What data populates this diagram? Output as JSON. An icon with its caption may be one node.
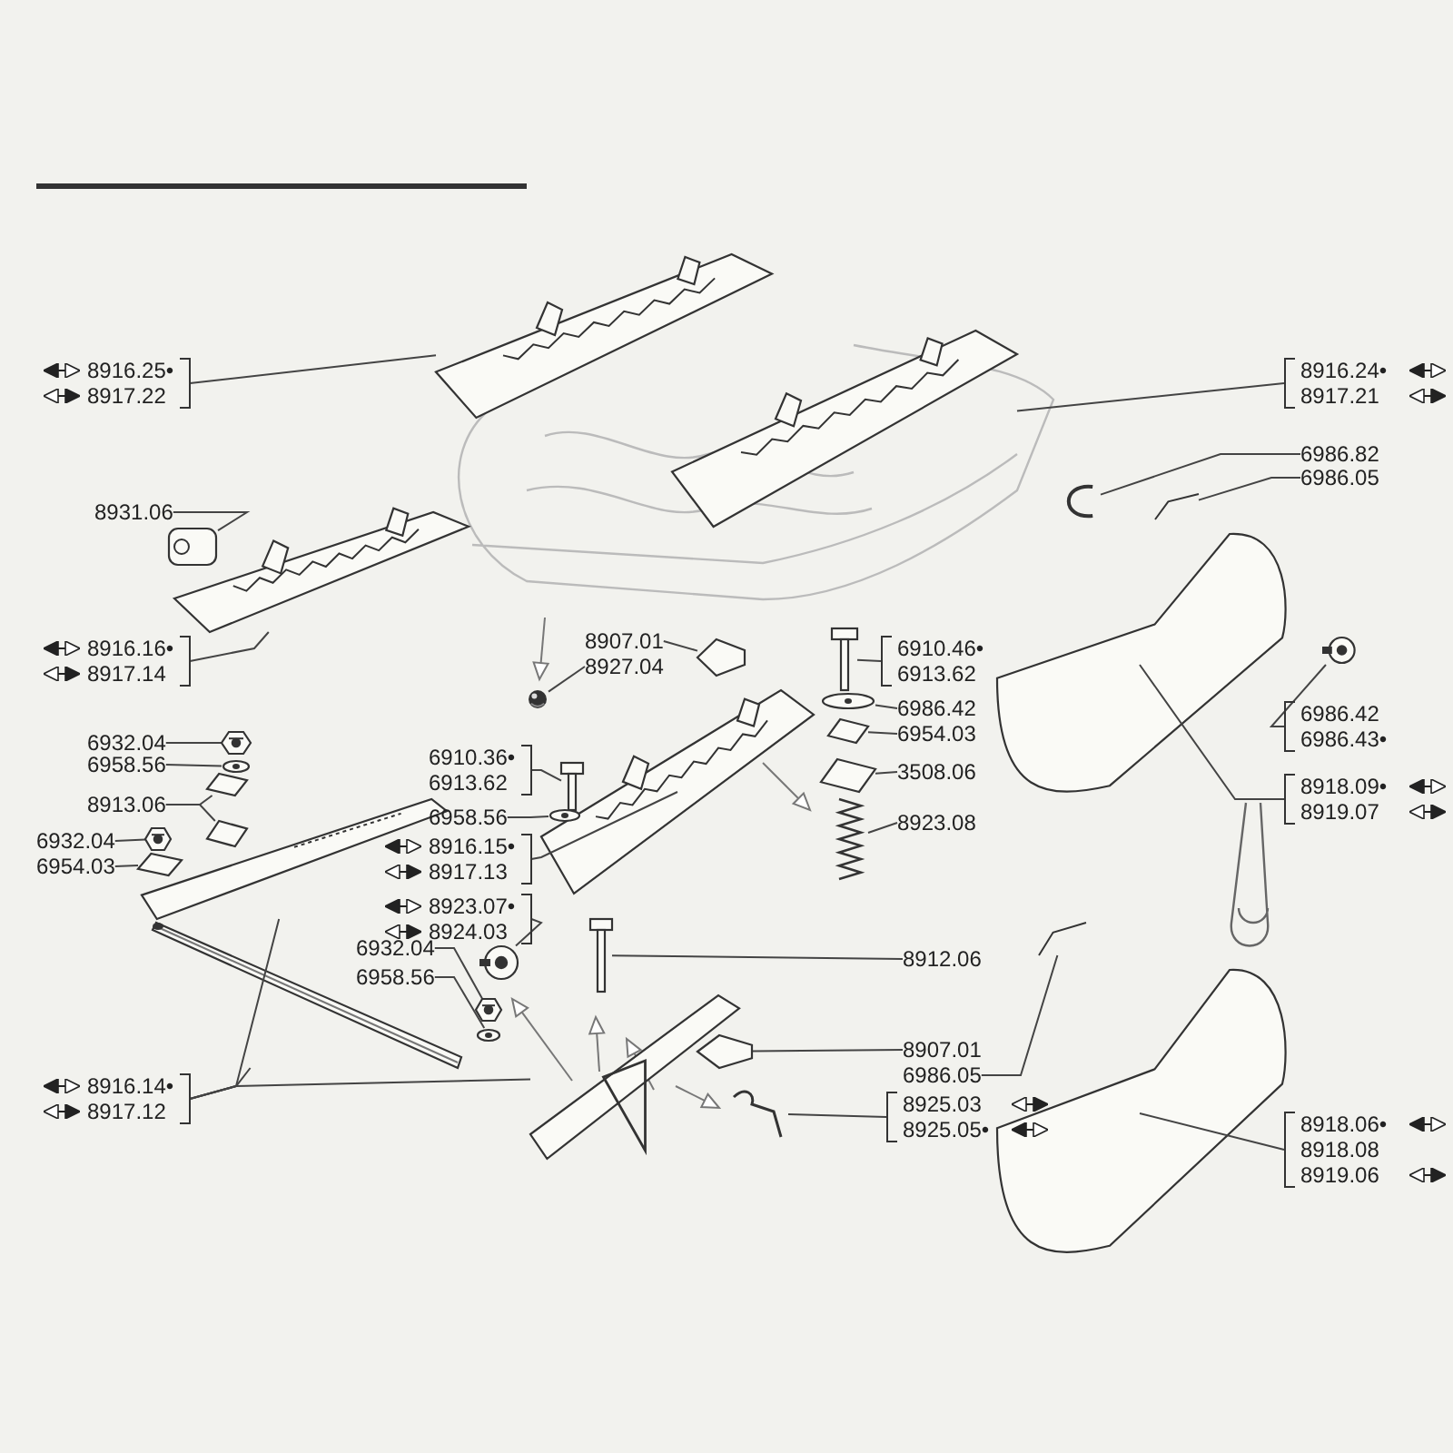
{
  "diagram": {
    "nodes": [
      {
        "text": [
          "8916.25•",
          "8917.22"
        ]
      },
      {
        "text": [],
        "shape": "picture"
      },
      {
        "text": [
          "8916.24•",
          "8917.21"
        ]
      },
      {
        "text": [],
        "shape": "picture"
      },
      {
        "text": [
          "8931.06"
        ]
      },
      {
        "text": [],
        "shape": "picture"
      },
      {
        "text": [
          "8916.16•",
          "8917.14"
        ]
      },
      {
        "text": [],
        "shape": "picture"
      },
      {
        "text": [
          "8907.01"
        ]
      },
      {
        "text": [],
        "shape": "picture"
      },
      {
        "text": [
          "8927.04"
        ]
      },
      {
        "text": [],
        "shape": "picture"
      },
      {
        "text": [
          "6910.46•",
          "6913.62"
        ]
      },
      {
        "text": [],
        "shape": "picture"
      },
      {
        "text": [
          "6986.42"
        ]
      },
      {
        "text": [],
        "shape": "picture"
      },
      {
        "text": [
          "6954.03"
        ]
      },
      {
        "text": [],
        "shape": "picture"
      },
      {
        "text": [
          "3508.06"
        ]
      },
      {
        "text": [],
        "shape": "picture"
      },
      {
        "text": [
          "8923.08"
        ]
      },
      {
        "text": [],
        "shape": "picture"
      },
      {
        "text": [
          "6986.82"
        ]
      },
      {
        "text": [],
        "shape": "picture"
      },
      {
        "text": [
          "6986.05"
        ]
      },
      {
        "text": [],
        "shape": "picture"
      },
      {
        "text": [
          "6986.42",
          "6986.43•"
        ]
      },
      {
        "text": [],
        "shape": "picture"
      },
      {
        "text": [
          "8918.09•",
          "8919.07"
        ]
      },
      {
        "text": [],
        "shape": "picture"
      },
      {
        "text": [
          "6932.04"
        ]
      },
      {
        "text": [],
        "shape": "picture"
      },
      {
        "text": [
          "6958.56"
        ]
      },
      {
        "text": [],
        "shape": "picture"
      },
      {
        "text": [
          "8913.06"
        ]
      },
      {
        "text": [],
        "shape": "picture"
      },
      {
        "text": [],
        "shape": "picture"
      },
      {
        "text": [
          "6932.04"
        ]
      },
      {
        "text": [],
        "shape": "picture"
      },
      {
        "text": [
          "6954.03"
        ]
      },
      {
        "text": [],
        "shape": "picture"
      },
      {
        "text": [
          "6910.36•",
          "6913.62"
        ]
      },
      {
        "text": [],
        "shape": "picture"
      },
      {
        "text": [
          "6958.56"
        ]
      },
      {
        "text": [],
        "shape": "picture"
      },
      {
        "text": [
          "8916.15•",
          "8917.13"
        ]
      },
      {
        "text": [],
        "shape": "picture"
      },
      {
        "text": [
          "8923.07•",
          "8924.03"
        ]
      },
      {
        "text": [],
        "shape": "picture"
      },
      {
        "text": [
          "6932.04"
        ]
      },
      {
        "text": [],
        "shape": "picture"
      },
      {
        "text": [
          "6958.56"
        ]
      },
      {
        "text": [],
        "shape": "picture"
      },
      {
        "text": [
          "8916.14•",
          "8917.12"
        ]
      },
      {
        "text": [],
        "shape": "picture"
      },
      {
        "text": [],
        "shape": "picture"
      },
      {
        "text": [],
        "shape": "picture"
      },
      {
        "text": [
          "8912.06"
        ]
      },
      {
        "text": [],
        "shape": "picture"
      },
      {
        "text": [
          "8907.01"
        ]
      },
      {
        "text": [
          "6986.05"
        ]
      },
      {
        "text": [
          "8925.03",
          "8925.05•"
        ]
      },
      {
        "text": [],
        "shape": "picture"
      },
      {
        "text": [],
        "shape": "picture"
      },
      {
        "text": [],
        "shape": "picture"
      },
      {
        "text": [
          "8918.06•",
          "8918.08",
          "8919.06"
        ]
      },
      {
        "text": [],
        "shape": "picture"
      }
    ],
    "edges": [
      {
        "from": 0,
        "to": 1,
        "arrow": "none"
      },
      {
        "from": 2,
        "to": 3,
        "arrow": "none"
      },
      {
        "from": 4,
        "to": 5,
        "arrow": "none"
      },
      {
        "from": 6,
        "to": 7,
        "arrow": "none"
      },
      {
        "from": 8,
        "to": 9,
        "arrow": "none"
      },
      {
        "from": 10,
        "to": 11,
        "arrow": "none"
      },
      {
        "from": 12,
        "to": 13,
        "arrow": "none"
      },
      {
        "from": 14,
        "to": 15,
        "arrow": "none"
      },
      {
        "from": 16,
        "to": 17,
        "arrow": "none"
      },
      {
        "from": 18,
        "to": 19,
        "arrow": "none"
      },
      {
        "from": 20,
        "to": 21,
        "arrow": "none"
      },
      {
        "from": 22,
        "to": 23,
        "arrow": "none"
      },
      {
        "from": 24,
        "to": 25,
        "arrow": "none"
      },
      {
        "from": 26,
        "to": 27,
        "arrow": "none"
      },
      {
        "from": 28,
        "to": 29,
        "arrow": "none"
      },
      {
        "from": 30,
        "to": 31,
        "arrow": "none"
      },
      {
        "from": 32,
        "to": 33,
        "arrow": "none"
      },
      {
        "from": 34,
        "to": 35,
        "arrow": "none"
      },
      {
        "from": 34,
        "to": 36,
        "arrow": "none"
      },
      {
        "from": 37,
        "to": 38,
        "arrow": "none"
      },
      {
        "from": 39,
        "to": 40,
        "arrow": "none"
      },
      {
        "from": 41,
        "to": 42,
        "arrow": "none"
      },
      {
        "from": 43,
        "to": 44,
        "arrow": "none"
      },
      {
        "from": 45,
        "to": 46,
        "arrow": "none"
      },
      {
        "from": 47,
        "to": 48,
        "arrow": "none"
      },
      {
        "from": 49,
        "to": 50,
        "arrow": "none"
      },
      {
        "from": 51,
        "to": 52,
        "arrow": "none"
      },
      {
        "from": 53,
        "to": 54,
        "arrow": "none"
      },
      {
        "from": 53,
        "to": 55,
        "arrow": "none"
      },
      {
        "from": 53,
        "to": 56,
        "arrow": "none"
      },
      {
        "from": 57,
        "to": 58,
        "arrow": "none"
      },
      {
        "from": 59,
        "to": 62,
        "arrow": "none"
      },
      {
        "from": 60,
        "to": 63,
        "arrow": "none"
      },
      {
        "from": 61,
        "to": 64,
        "arrow": "none"
      },
      {
        "from": 65,
        "to": 66,
        "arrow": "none"
      }
    ]
  }
}
